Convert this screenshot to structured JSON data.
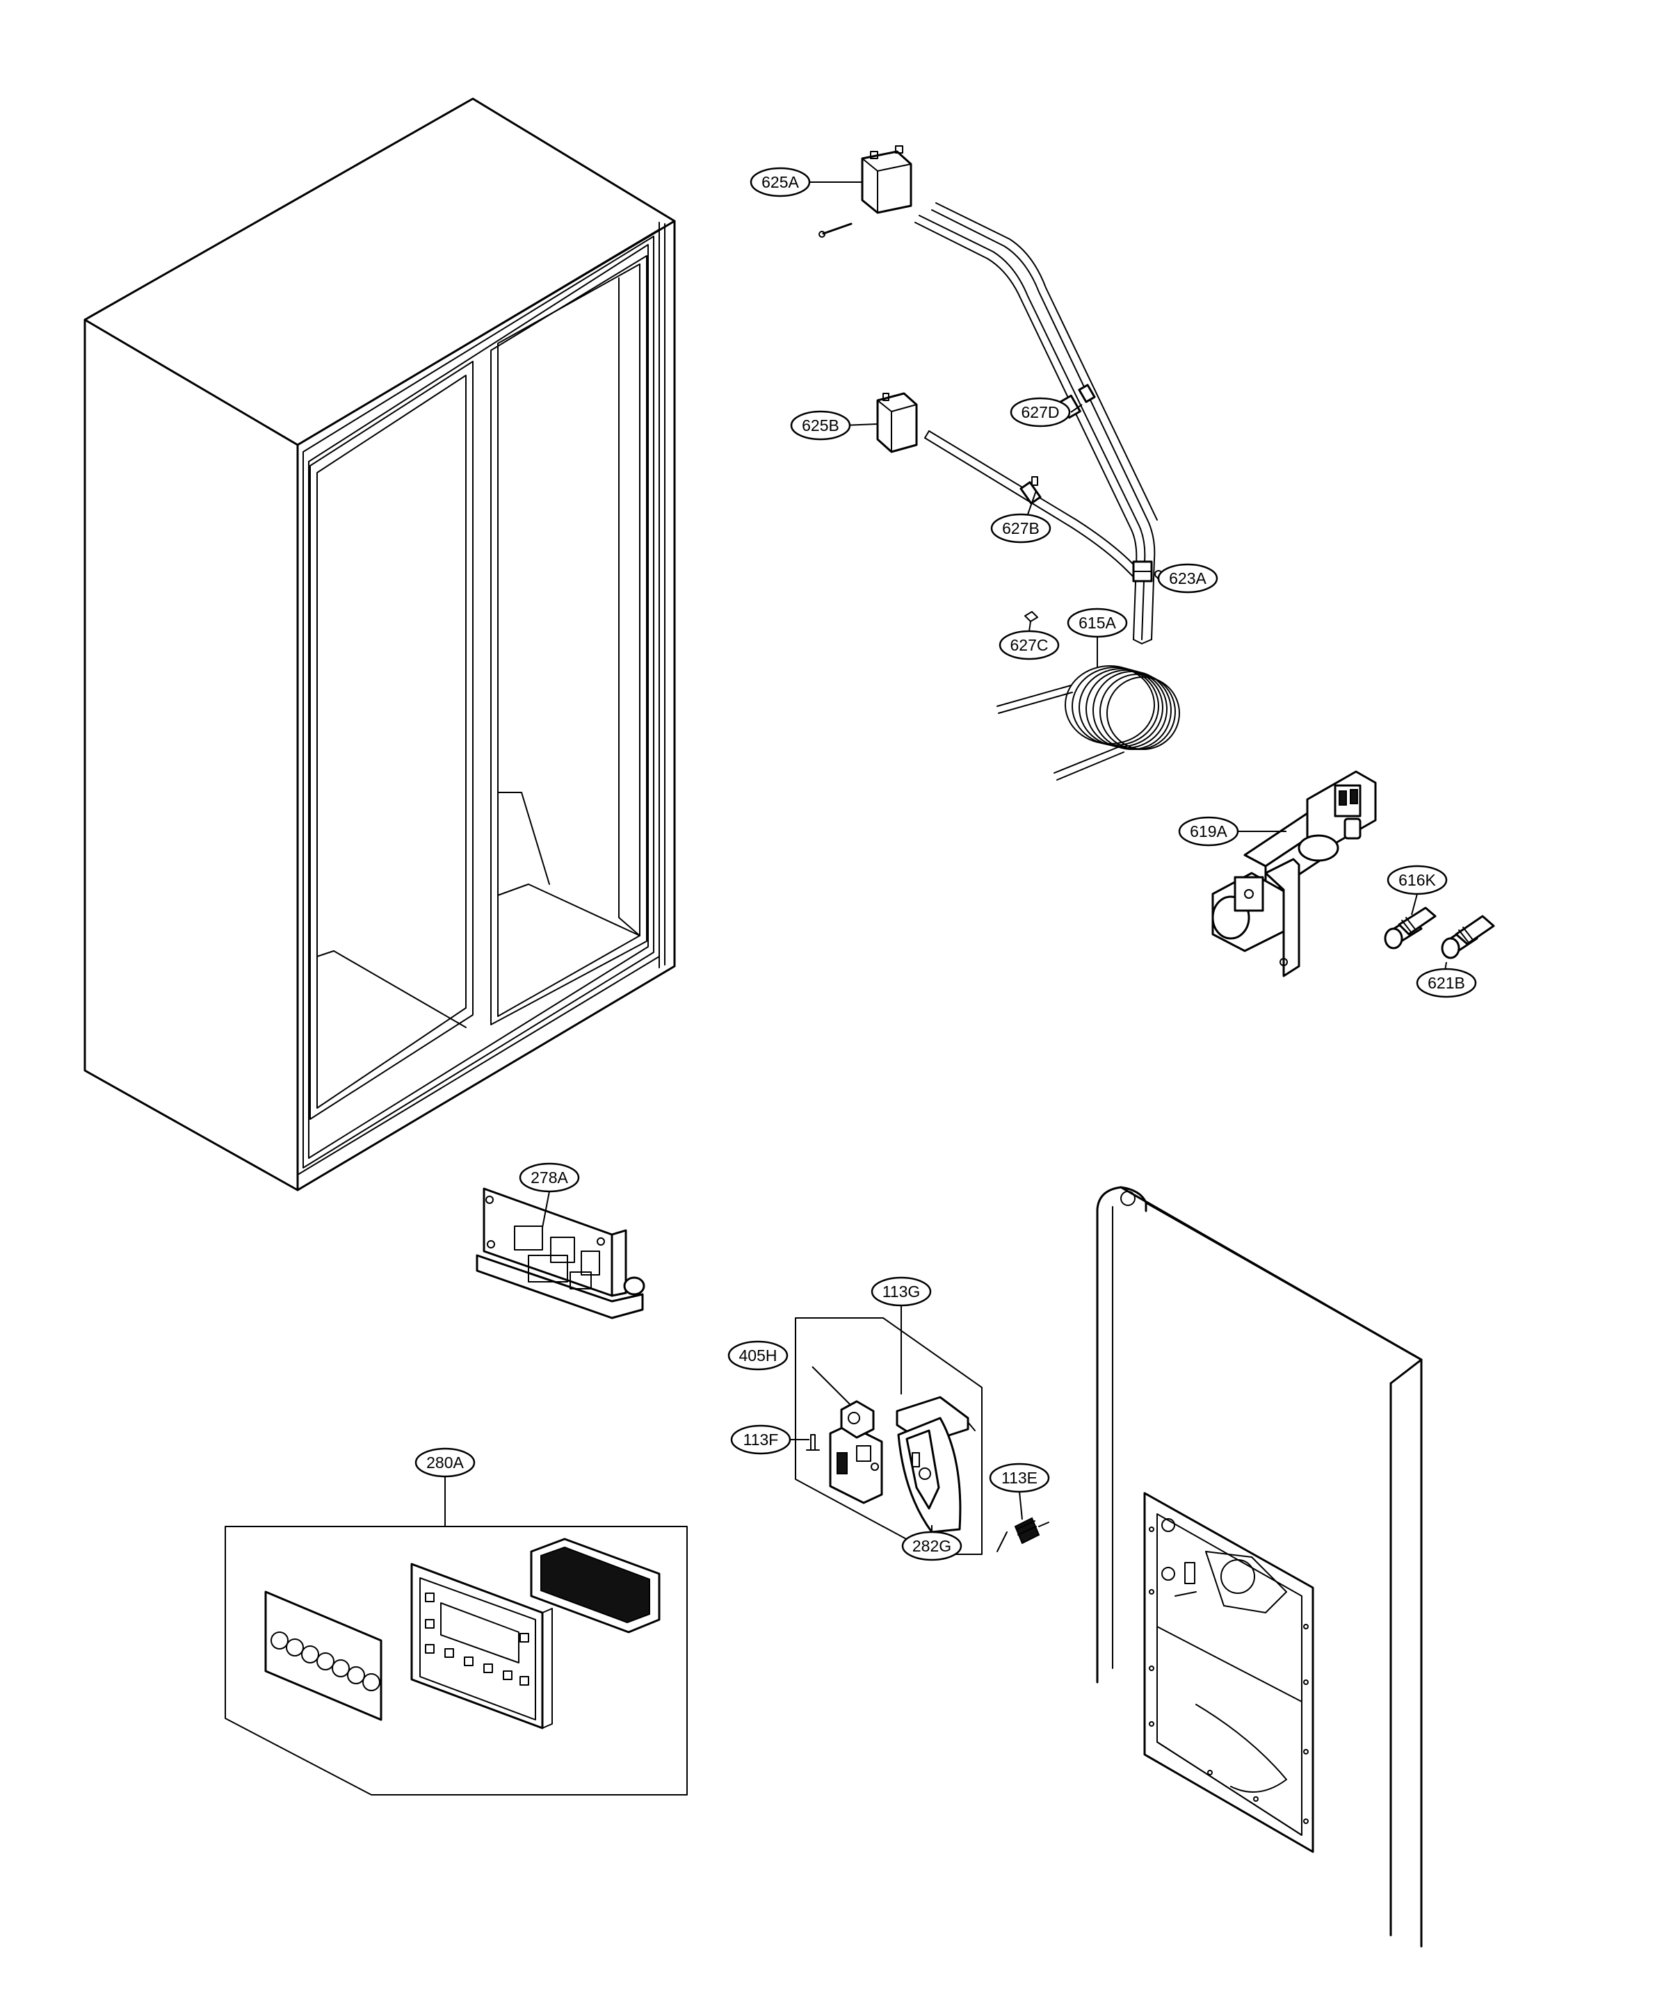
{
  "callouts": [
    {
      "id": "625A",
      "label": "625A"
    },
    {
      "id": "625B",
      "label": "625B"
    },
    {
      "id": "627D",
      "label": "627D"
    },
    {
      "id": "627B",
      "label": "627B"
    },
    {
      "id": "623A",
      "label": "623A"
    },
    {
      "id": "627C",
      "label": "627C"
    },
    {
      "id": "615A",
      "label": "615A"
    },
    {
      "id": "619A",
      "label": "619A"
    },
    {
      "id": "616K",
      "label": "616K"
    },
    {
      "id": "621B",
      "label": "621B"
    },
    {
      "id": "278A",
      "label": "278A"
    },
    {
      "id": "113G",
      "label": "113G"
    },
    {
      "id": "405H",
      "label": "405H"
    },
    {
      "id": "113F",
      "label": "113F"
    },
    {
      "id": "113E",
      "label": "113E"
    },
    {
      "id": "282G",
      "label": "282G"
    },
    {
      "id": "280A",
      "label": "280A"
    }
  ]
}
